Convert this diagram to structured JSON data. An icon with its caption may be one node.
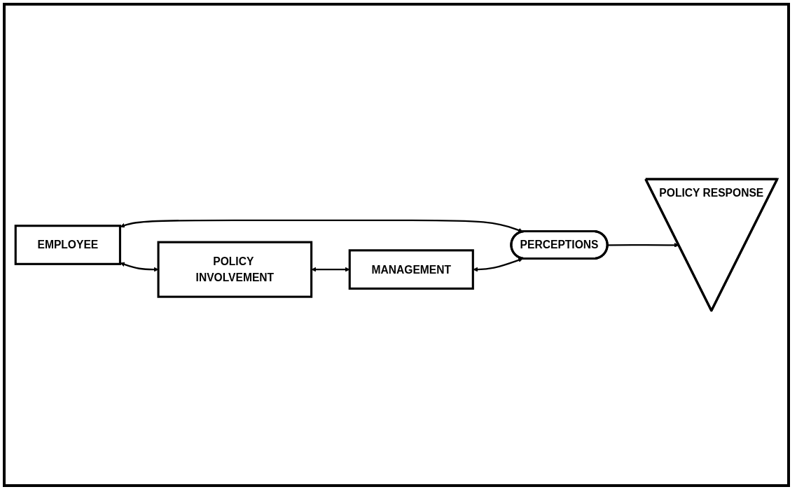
{
  "diagram": {
    "nodes": [
      {
        "text": [
          "EMPLOYEE"
        ]
      },
      {
        "text": [
          "POLICY INVOLVEMENT"
        ]
      },
      {
        "text": [
          "MANAGEMENT"
        ]
      },
      {
        "text": [
          "PERCEPTIONS"
        ]
      },
      {
        "text": [
          "POLICY RESPONSE"
        ]
      }
    ],
    "edges": [
      {
        "from": 0,
        "to": 1,
        "arrow": "both"
      },
      {
        "from": 1,
        "to": 2,
        "arrow": "both"
      },
      {
        "from": 0,
        "to": 3,
        "arrow": "both"
      },
      {
        "from": 2,
        "to": 3,
        "arrow": "both"
      },
      {
        "from": 3,
        "to": 4,
        "arrow": "to"
      }
    ]
  }
}
